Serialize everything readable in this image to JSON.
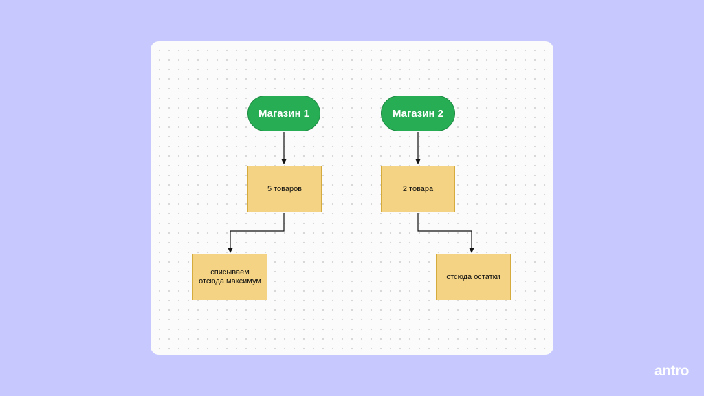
{
  "diagram": {
    "nodes": {
      "store_1": "Магазин 1",
      "store_2": "Магазин 2",
      "count_1": "5 товаров",
      "count_2": "2 товара",
      "action_1": "списываем отсюда максимум",
      "action_2": "отсюда остатки"
    },
    "edges": [
      {
        "from": "store_1",
        "to": "count_1"
      },
      {
        "from": "store_2",
        "to": "count_2"
      },
      {
        "from": "count_1",
        "to": "action_1"
      },
      {
        "from": "count_2",
        "to": "action_2"
      }
    ],
    "colors": {
      "background": "#c7c9fe",
      "board": "#fbfbfb",
      "start_node": "#27ae55",
      "process_node": "#f4d484",
      "connector": "#111111"
    }
  },
  "branding": {
    "logo": "antro"
  }
}
